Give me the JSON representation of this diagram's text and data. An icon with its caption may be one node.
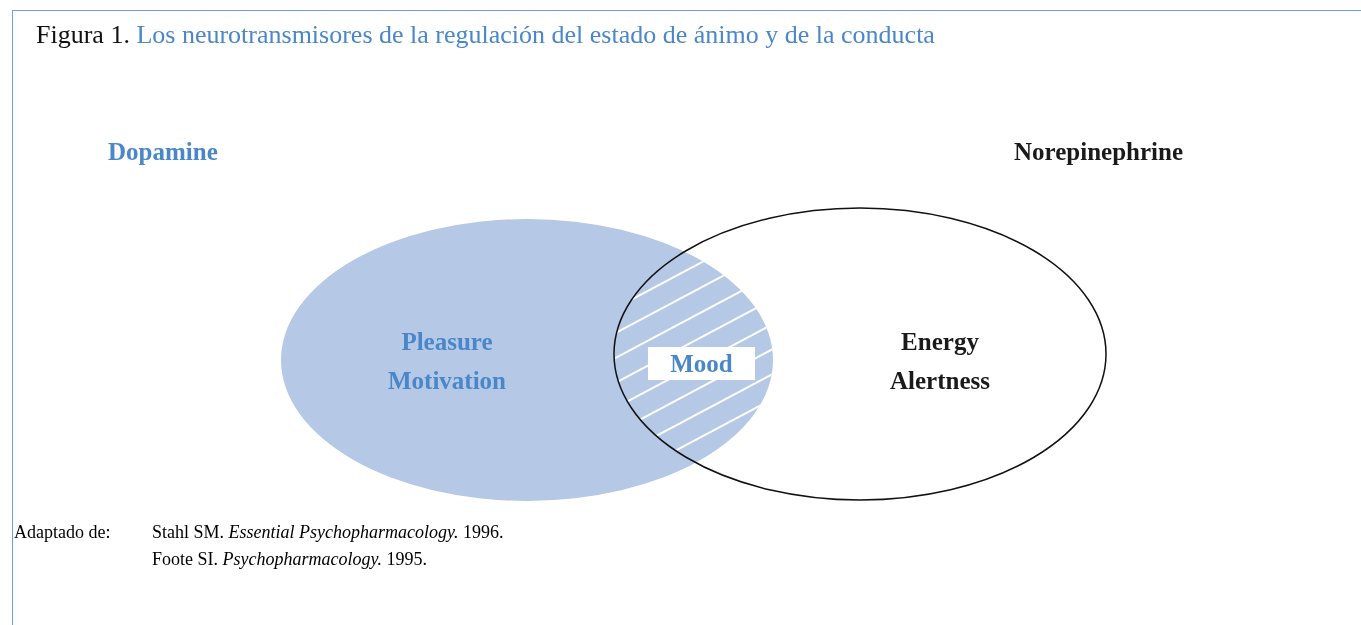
{
  "diagram": {
    "title": "Los neurotransmisores de la regulación del estado de ánimo y de la conducta",
    "nodes": [
      {
        "text": [
          "Dopamine",
          "Pleasure Motivation"
        ]
      },
      {
        "text": [
          "Norepinephrine",
          "Energy Alertness"
        ]
      },
      {
        "text": [
          "Mood"
        ]
      }
    ],
    "labels": [
      "Figura 1.",
      "Adaptado de:",
      "Stahl SM. *Essential Psychopharmacology.* 1996.",
      "Foote SI. *Psychopharmacology.* 1995."
    ]
  }
}
